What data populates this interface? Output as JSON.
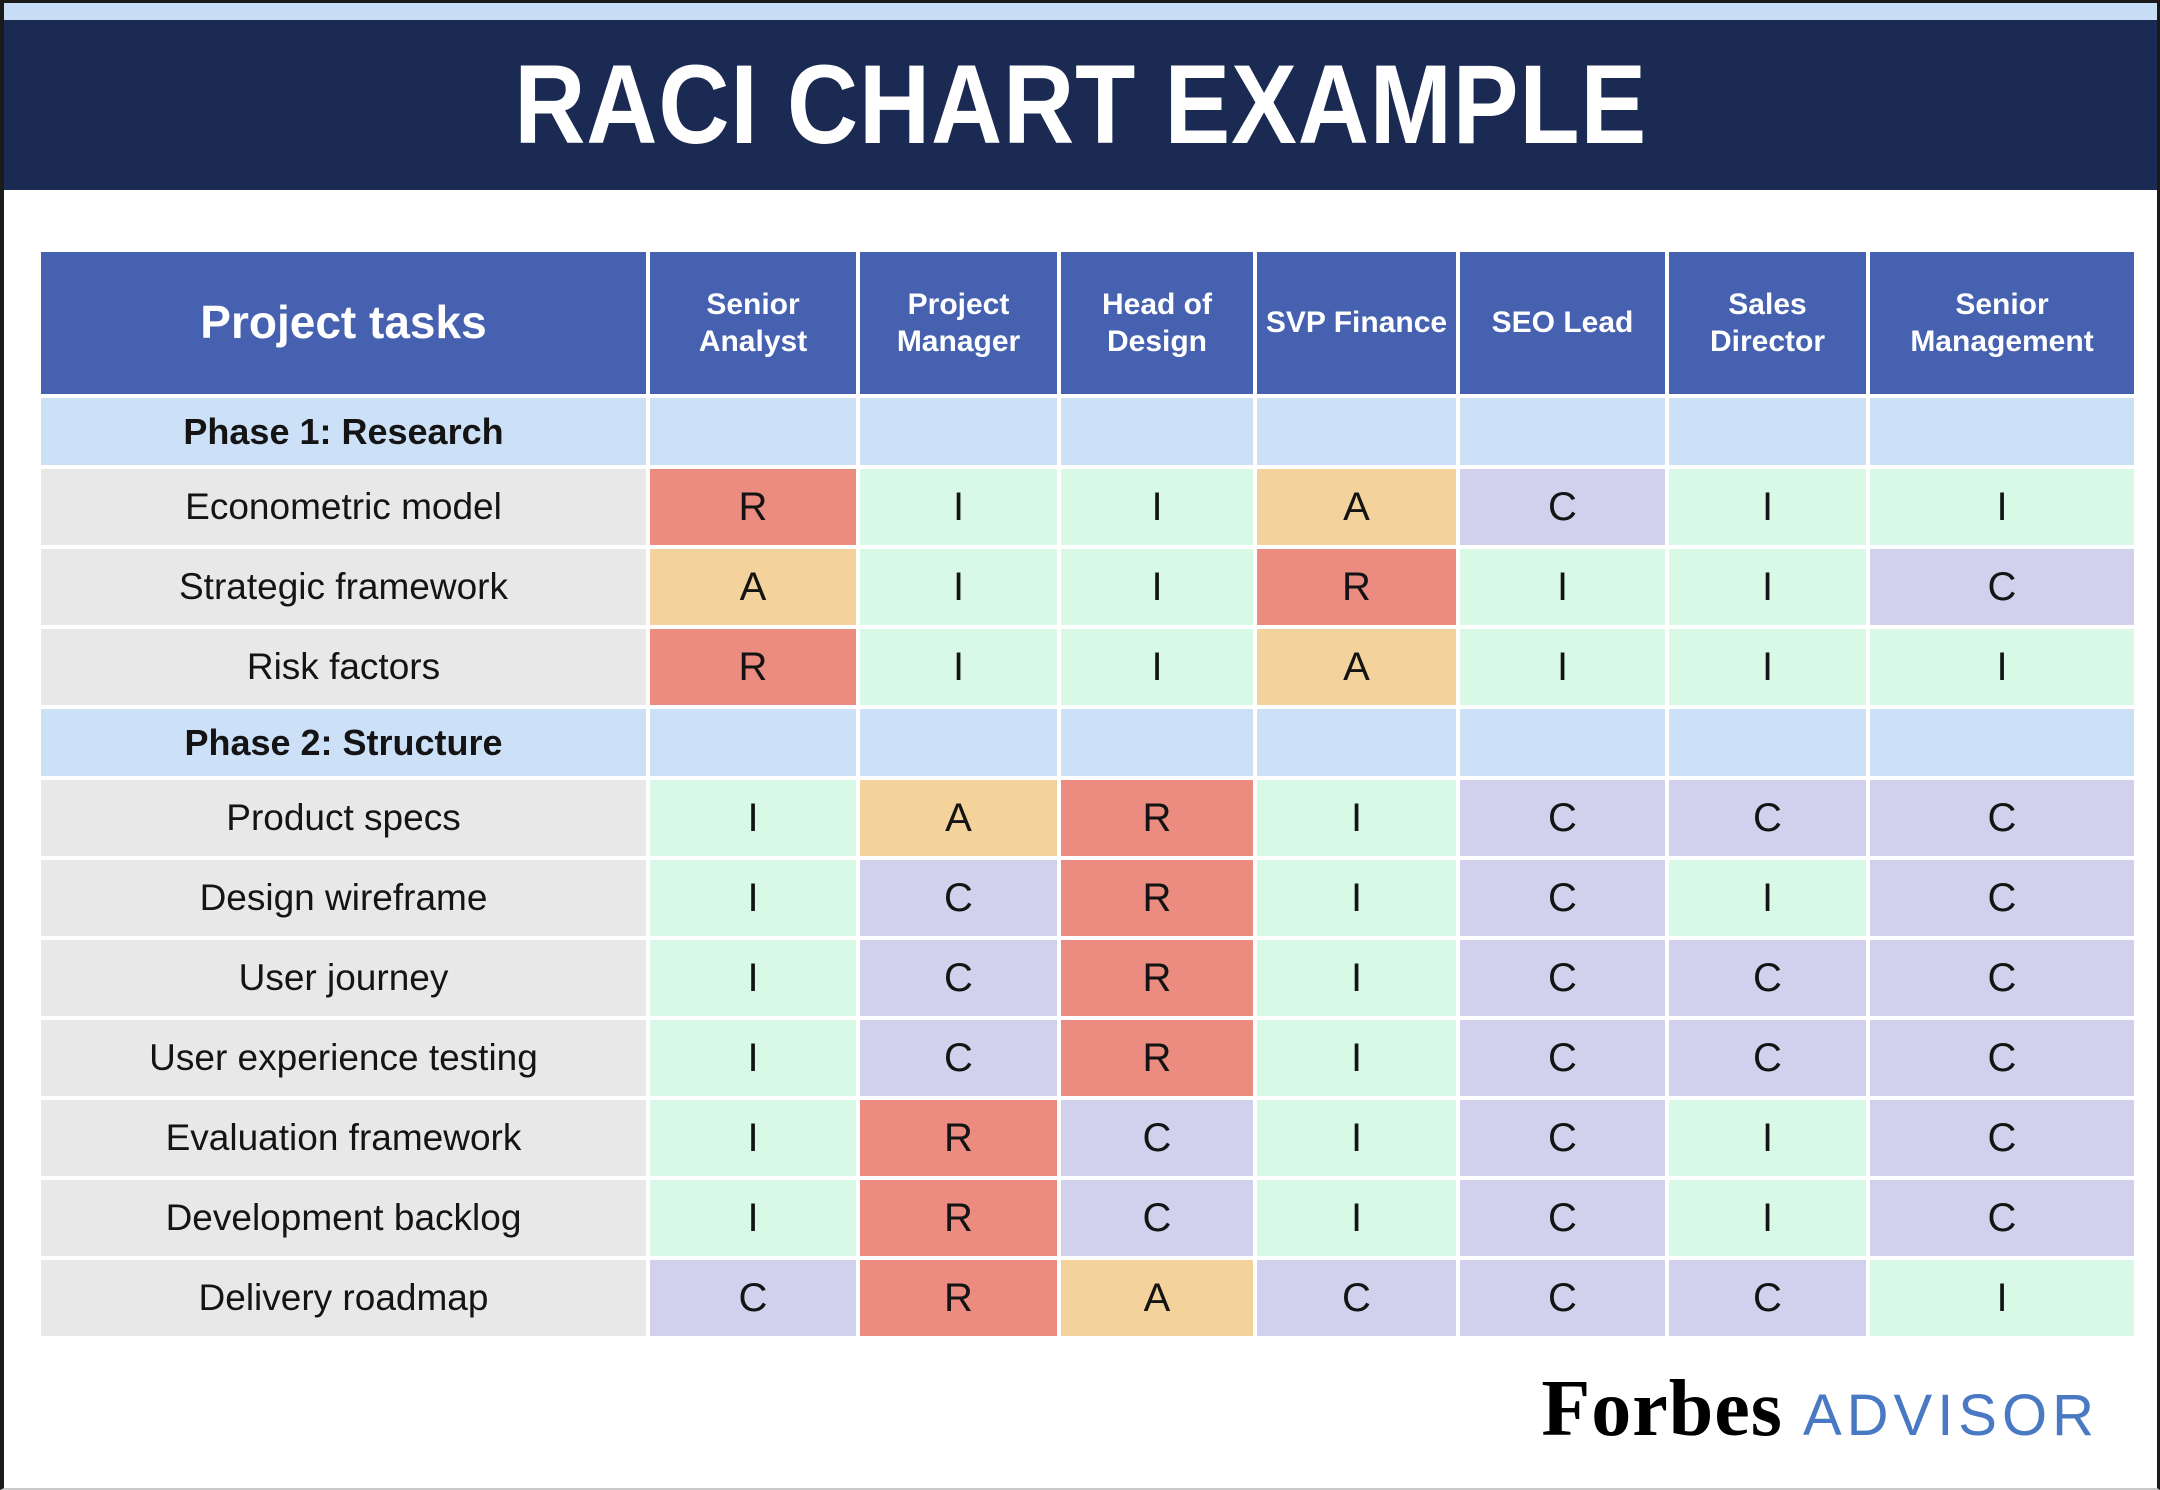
{
  "banner": {
    "title": "RACI CHART EXAMPLE"
  },
  "chart_data": {
    "type": "table",
    "title": "RACI CHART EXAMPLE",
    "columns": [
      "Project tasks",
      "Senior Analyst",
      "Project Manager",
      "Head of Design",
      "SVP Finance",
      "SEO Lead",
      "Sales Director",
      "Senior Management"
    ],
    "rows": [
      {
        "type": "phase",
        "label": "Phase 1: Research",
        "cells": [
          "",
          "",
          "",
          "",
          "",
          "",
          ""
        ]
      },
      {
        "type": "task",
        "label": "Econometric model",
        "cells": [
          "R",
          "I",
          "I",
          "A",
          "C",
          "I",
          "I"
        ]
      },
      {
        "type": "task",
        "label": "Strategic framework",
        "cells": [
          "A",
          "I",
          "I",
          "R",
          "I",
          "I",
          "C"
        ]
      },
      {
        "type": "task",
        "label": "Risk factors",
        "cells": [
          "R",
          "I",
          "I",
          "A",
          "I",
          "I",
          "I"
        ]
      },
      {
        "type": "phase",
        "label": "Phase 2: Structure",
        "cells": [
          "",
          "",
          "",
          "",
          "",
          "",
          ""
        ]
      },
      {
        "type": "task",
        "label": "Product specs",
        "cells": [
          "I",
          "A",
          "R",
          "I",
          "C",
          "C",
          "C"
        ]
      },
      {
        "type": "task",
        "label": "Design wireframe",
        "cells": [
          "I",
          "C",
          "R",
          "I",
          "C",
          "I",
          "C"
        ]
      },
      {
        "type": "task",
        "label": "User journey",
        "cells": [
          "I",
          "C",
          "R",
          "I",
          "C",
          "C",
          "C"
        ]
      },
      {
        "type": "task",
        "label": "User experience testing",
        "cells": [
          "I",
          "C",
          "R",
          "I",
          "C",
          "C",
          "C"
        ]
      },
      {
        "type": "task",
        "label": "Evaluation framework",
        "cells": [
          "I",
          "R",
          "C",
          "I",
          "C",
          "I",
          "C"
        ]
      },
      {
        "type": "task",
        "label": "Development backlog",
        "cells": [
          "I",
          "R",
          "C",
          "I",
          "C",
          "I",
          "C"
        ]
      },
      {
        "type": "task",
        "label": "Delivery roadmap",
        "cells": [
          "C",
          "R",
          "A",
          "C",
          "C",
          "C",
          "I"
        ]
      }
    ]
  },
  "colors": {
    "banner_bg": "#1b2a52",
    "top_strip": "#c8ddf6",
    "header_cell": "#4661b0",
    "phase_row": "#cce0f8",
    "task_label": "#e8e8e8",
    "raci": {
      "R": "#ec8c80",
      "A": "#f3d29b",
      "C": "#d1d1ee",
      "I": "#d9f9e7"
    },
    "advisor_text": "#4a79c4"
  },
  "footer": {
    "brand": "Forbes",
    "suffix": "ADVISOR"
  }
}
